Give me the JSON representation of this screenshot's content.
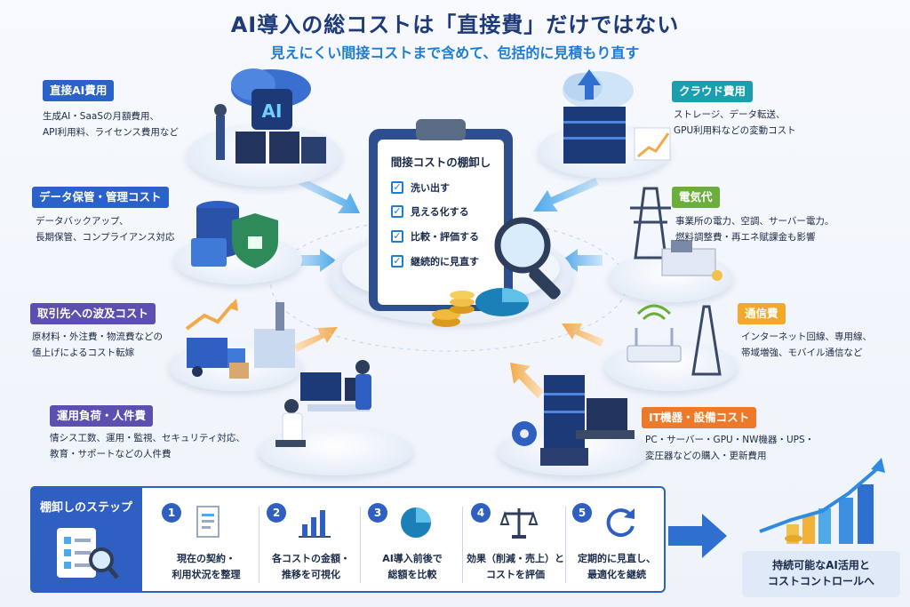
{
  "title": "AI導入の総コストは「直接費」だけではない",
  "subtitle": "見えにくい間接コストまで含めて、包括的に見積もり直す",
  "center": {
    "title": "間接コストの棚卸し",
    "checks": [
      "洗い出す",
      "見える化する",
      "比較・評価する",
      "継続的に見直す"
    ]
  },
  "left_items": [
    {
      "label": "直接AI費用",
      "color": "#2a62c9",
      "desc": [
        "生成AI・SaaSの月額費用、",
        "API利用料、ライセンス費用など"
      ]
    },
    {
      "label": "データ保管・管理コスト",
      "color": "#2a62c9",
      "desc": [
        "データバックアップ、",
        "長期保管、コンプライアンス対応"
      ]
    },
    {
      "label": "取引先への波及コスト",
      "color": "#5b4fb0",
      "desc": [
        "原材料・外注費・物流費などの",
        "値上げによるコスト転嫁"
      ]
    },
    {
      "label": "運用負荷・人件費",
      "color": "#5b4fb0",
      "desc": [
        "情シス工数、運用・監視、セキュリティ対応、",
        "教育・サポートなどの人件費"
      ]
    }
  ],
  "right_items": [
    {
      "label": "クラウド費用",
      "color": "#1b9fae",
      "desc": [
        "ストレージ、データ転送、",
        "GPU利用料などの変動コスト"
      ]
    },
    {
      "label": "電気代",
      "color": "#6cae3c",
      "desc": [
        "事業所の電力、空調、サーバー電力。",
        "燃料調整費・再エネ賦課金も影響"
      ]
    },
    {
      "label": "通信費",
      "color": "#f0a92a",
      "desc": [
        "インターネット回線、専用線、",
        "帯域増強、モバイル通信など"
      ]
    },
    {
      "label": "IT機器・設備コスト",
      "color": "#ec7a2a",
      "desc": [
        "PC・サーバー・GPU・NW機器・UPS・",
        "変圧器などの購入・更新費用"
      ]
    }
  ],
  "steps": {
    "heading": "棚卸しのステップ",
    "items": [
      {
        "num": "1",
        "text": "現在の契約・\n利用状況を整理"
      },
      {
        "num": "2",
        "text": "各コストの金額・\n推移を可視化"
      },
      {
        "num": "3",
        "text": "AI導入前後で\n総額を比較"
      },
      {
        "num": "4",
        "text": "効果（削減・売上）と\nコストを評価"
      },
      {
        "num": "5",
        "text": "定期的に見直し、\n最適化を継続"
      }
    ]
  },
  "final": "持続可能なAI活用と\nコストコントロールへ",
  "ai_chip_text": "AI",
  "colors": {
    "primary": "#2f5fc0",
    "accent": "#1e7bd6",
    "arrow": "#4fa8e8",
    "warm_arrow": "#f2a94a"
  }
}
